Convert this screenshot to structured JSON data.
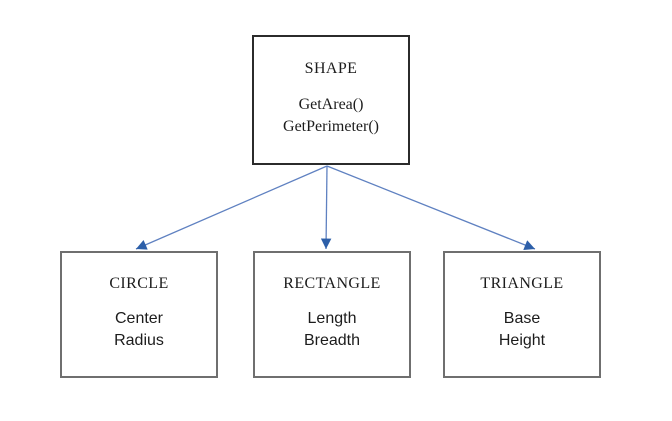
{
  "diagram": {
    "type": "class-inheritance",
    "colors": {
      "background": "#ffffff",
      "parent_border": "#2b2b2b",
      "child_border": "#6f6f6f",
      "arrow_line": "#5f81c1",
      "arrow_head": "#2d5fa9",
      "text": "#1c1c1c"
    },
    "parent": {
      "name": "SHAPE",
      "methods": [
        "GetArea()",
        "GetPerimeter()"
      ]
    },
    "children": [
      {
        "name": "CIRCLE",
        "attributes": [
          "Center",
          "Radius"
        ]
      },
      {
        "name": "RECTANGLE",
        "attributes": [
          "Length",
          "Breadth"
        ]
      },
      {
        "name": "TRIANGLE",
        "attributes": [
          "Base",
          "Height"
        ]
      }
    ]
  }
}
